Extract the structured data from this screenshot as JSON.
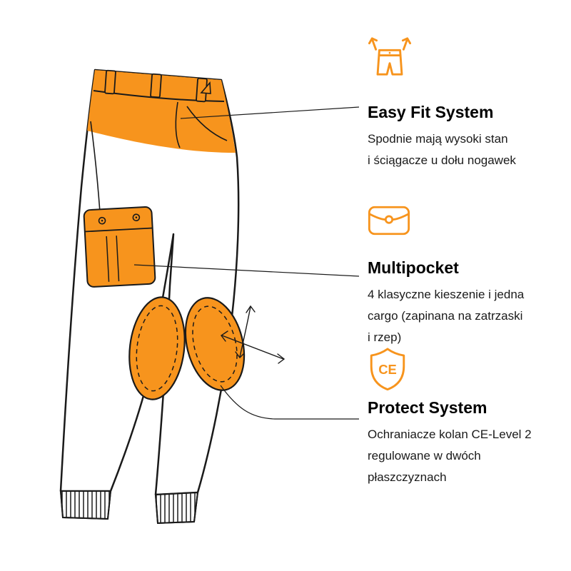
{
  "accent_color": "#F7941D",
  "outline_color": "#1A1A1A",
  "illustration": {
    "name": "trousers-side-view-diagram",
    "highlighted_parts": [
      "high-waistband",
      "cargo-pocket",
      "knee-protectors"
    ]
  },
  "features": [
    {
      "icon": "easy-fit-pants-icon",
      "title": "Easy Fit System",
      "description": "Spodnie mają wysoki stan\ni ściągacze u dołu nogawek"
    },
    {
      "icon": "multipocket-icon",
      "title": "Multipocket",
      "description": "4 klasyczne kieszenie i jedna\ncargo (zapinana na zatrzaski\ni rzep)"
    },
    {
      "icon": "ce-shield-icon",
      "icon_text": "CE",
      "title": "Protect System",
      "description": "Ochraniacze kolan CE-Level 2\nregulowane w dwóch\npłaszczyznach"
    }
  ]
}
